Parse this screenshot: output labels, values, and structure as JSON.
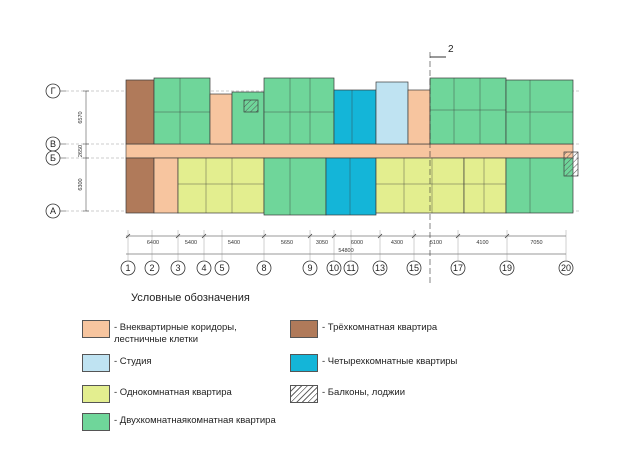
{
  "axes": {
    "rows": [
      "Г",
      "В",
      "Б",
      "А"
    ],
    "columns": [
      "1",
      "2",
      "3",
      "4",
      "5",
      "8",
      "9",
      "10",
      "11",
      "13",
      "15",
      "17",
      "19",
      "20"
    ]
  },
  "dimensions": {
    "spans": [
      "6400",
      "5400",
      "5400",
      "5650",
      "3050",
      "6000",
      "4300",
      "5100",
      "4100",
      "7050"
    ],
    "total": "54800",
    "vertical": [
      "6570",
      "2650",
      "6300"
    ]
  },
  "section_mark": "2",
  "legend": {
    "title": "Условные обозначения",
    "items": [
      {
        "label": "- Внеквартирные коридоры,\nлестничные клетки",
        "color": "#F7C59F"
      },
      {
        "label": "- Трёхкомнатная квартира",
        "color": "#B07A5A"
      },
      {
        "label": "- Студия",
        "color": "#BFE3F2"
      },
      {
        "label": "- Четырехкомнатные квартиры",
        "color": "#14B5D8"
      },
      {
        "label": "- Однокомнатная квартира",
        "color": "#E3EE8F"
      },
      {
        "label": "- Балконы, лоджии",
        "color": "hatch"
      },
      {
        "label": "- Двухкомнатнаякомнатная квартира",
        "color": "#6FD69A"
      }
    ]
  },
  "colors": {
    "corridor": "#F7C59F",
    "three_room": "#B07A5A",
    "studio": "#BFE3F2",
    "four_room": "#14B5D8",
    "one_room": "#E3EE8F",
    "two_room": "#6FD69A",
    "wall": "#3a3a3a"
  }
}
